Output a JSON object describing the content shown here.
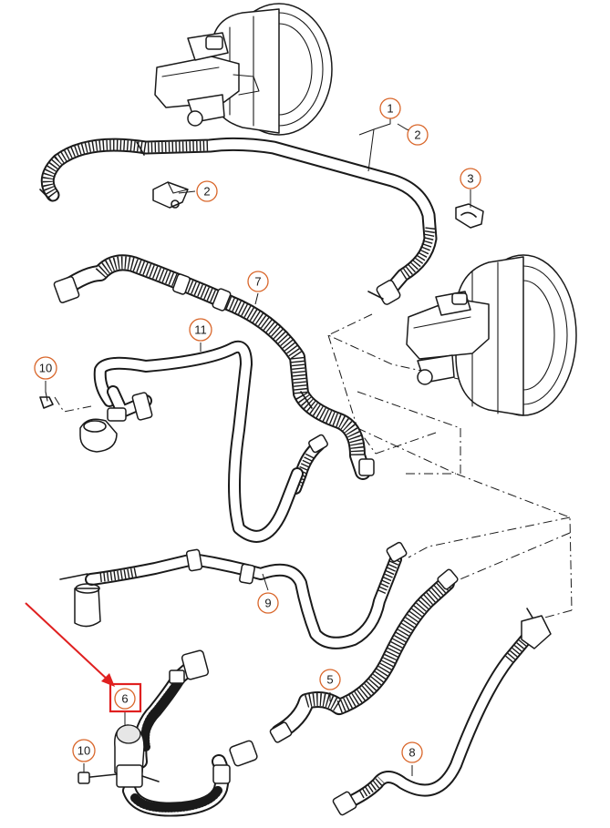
{
  "diagram": {
    "callouts": [
      {
        "id": "c1",
        "label": "1"
      },
      {
        "id": "c2a",
        "label": "2"
      },
      {
        "id": "c2b",
        "label": "2"
      },
      {
        "id": "c3",
        "label": "3"
      },
      {
        "id": "c7",
        "label": "7"
      },
      {
        "id": "c11",
        "label": "11"
      },
      {
        "id": "c10a",
        "label": "10"
      },
      {
        "id": "c9",
        "label": "9"
      },
      {
        "id": "c6",
        "label": "6"
      },
      {
        "id": "c10b",
        "label": "10"
      },
      {
        "id": "c5",
        "label": "5"
      },
      {
        "id": "c8",
        "label": "8"
      }
    ],
    "highlight": {
      "target_label": "6",
      "box_color": "#e02020",
      "arrow_color": "#e02020"
    },
    "colors": {
      "callout_outline": "#d9662a",
      "line_art": "#1a1a1a"
    }
  }
}
